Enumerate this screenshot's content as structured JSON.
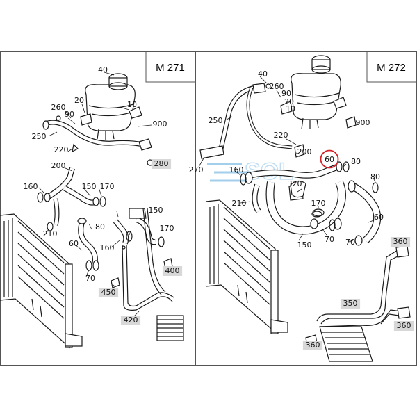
{
  "panels": [
    {
      "title": "M 271",
      "labels": [
        {
          "text": "40",
          "boxed": false
        },
        {
          "text": "20",
          "boxed": false
        },
        {
          "text": "260",
          "boxed": false
        },
        {
          "text": "10",
          "boxed": false
        },
        {
          "text": "90",
          "boxed": false
        },
        {
          "text": "900",
          "boxed": false
        },
        {
          "text": "250",
          "boxed": false
        },
        {
          "text": "220",
          "boxed": false
        },
        {
          "text": "280",
          "boxed": true
        },
        {
          "text": "200",
          "boxed": false
        },
        {
          "text": "160",
          "boxed": false
        },
        {
          "text": "150",
          "boxed": false
        },
        {
          "text": "170",
          "boxed": false
        },
        {
          "text": "210",
          "boxed": false
        },
        {
          "text": "80",
          "boxed": false
        },
        {
          "text": "150",
          "boxed": false
        },
        {
          "text": "170",
          "boxed": false
        },
        {
          "text": "160",
          "boxed": false
        },
        {
          "text": "60",
          "boxed": false
        },
        {
          "text": "70",
          "boxed": false
        },
        {
          "text": "400",
          "boxed": true
        },
        {
          "text": "450",
          "boxed": true
        },
        {
          "text": "420",
          "boxed": true
        }
      ]
    },
    {
      "title": "M 272",
      "labels": [
        {
          "text": "40",
          "boxed": false
        },
        {
          "text": "260",
          "boxed": false
        },
        {
          "text": "90",
          "boxed": false
        },
        {
          "text": "20",
          "boxed": false
        },
        {
          "text": "10",
          "boxed": false
        },
        {
          "text": "900",
          "boxed": false
        },
        {
          "text": "250",
          "boxed": false
        },
        {
          "text": "220",
          "boxed": false
        },
        {
          "text": "200",
          "boxed": false
        },
        {
          "text": "270",
          "boxed": false
        },
        {
          "text": "160",
          "boxed": false
        },
        {
          "text": "60",
          "boxed": false,
          "highlighted": true
        },
        {
          "text": "80",
          "boxed": false
        },
        {
          "text": "80",
          "boxed": false
        },
        {
          "text": "320",
          "boxed": false
        },
        {
          "text": "210",
          "boxed": false
        },
        {
          "text": "170",
          "boxed": false
        },
        {
          "text": "70",
          "boxed": false
        },
        {
          "text": "60",
          "boxed": false
        },
        {
          "text": "150",
          "boxed": false
        },
        {
          "text": "70",
          "boxed": false
        },
        {
          "text": "360",
          "boxed": true
        },
        {
          "text": "350",
          "boxed": true
        },
        {
          "text": "360",
          "boxed": true
        },
        {
          "text": "360",
          "boxed": true
        }
      ]
    }
  ],
  "watermark": {
    "text": "SOL"
  },
  "colors": {
    "line": "#1a1a1a",
    "label_box": "#d8d8d8",
    "highlight": "#d61f26",
    "watermark_blue": "#5aa8dc"
  }
}
